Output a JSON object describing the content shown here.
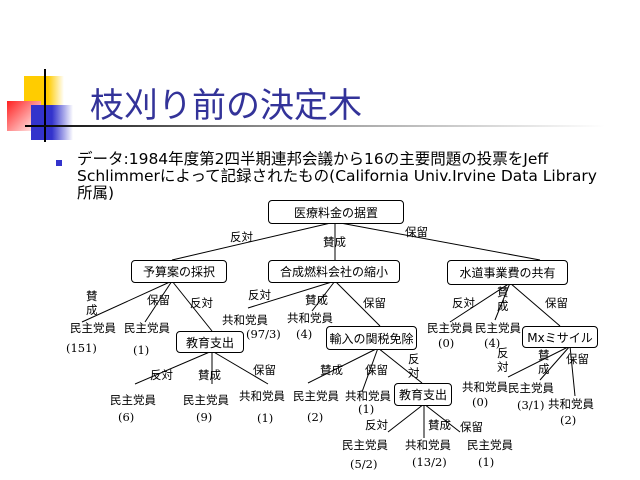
{
  "slide": {
    "title": "枝刈り前の決定木",
    "bullet": "データ:1984年度第2四半期連邦会議から16の主要問題の投票をJeff Schlimmerによって記録されたもの(California Univ.Irvine Data Library 所属)"
  },
  "tree": {
    "nodes": [
      "医療料金の据置",
      "予算案の採択",
      "合成燃料会社の縮小",
      "水道事業費の共有",
      "教育支出",
      "輸入の関税免除",
      "教育支出",
      "Mxミサイル"
    ],
    "edges": [
      "反対",
      "賛成",
      "保留",
      "賛成",
      "保留",
      "反対",
      "反対",
      "賛成",
      "保留",
      "反対",
      "賛成",
      "保留",
      "反対",
      "賛成",
      "保留",
      "賛成",
      "保留",
      "反対",
      "反対",
      "賛成",
      "保留",
      "反対",
      "賛成",
      "保留"
    ],
    "leaves": [
      {
        "class": "民主党員",
        "count": "(151)"
      },
      {
        "class": "民主党員",
        "count": "(1)"
      },
      {
        "class": "民主党員",
        "count": "(6)"
      },
      {
        "class": "民主党員",
        "count": "(9)"
      },
      {
        "class": "共和党員",
        "count": "(1)"
      },
      {
        "class": "共和党員",
        "count": "(97/3)"
      },
      {
        "class": "共和党員",
        "count": "(4)"
      },
      {
        "class": "民主党員",
        "count": "(2)"
      },
      {
        "class": "共和党員",
        "count": "(1)"
      },
      {
        "class": "民主党員",
        "count": "(5/2)"
      },
      {
        "class": "共和党員",
        "count": "(13/2)"
      },
      {
        "class": "民主党員",
        "count": "(1)"
      },
      {
        "class": "民主党員",
        "count": "(0)"
      },
      {
        "class": "民主党員",
        "count": "(4)"
      },
      {
        "class": "共和党員",
        "count": "(0)"
      },
      {
        "class": "民主党員",
        "count": "(3/1)"
      },
      {
        "class": "共和党員",
        "count": "(2)"
      }
    ]
  }
}
